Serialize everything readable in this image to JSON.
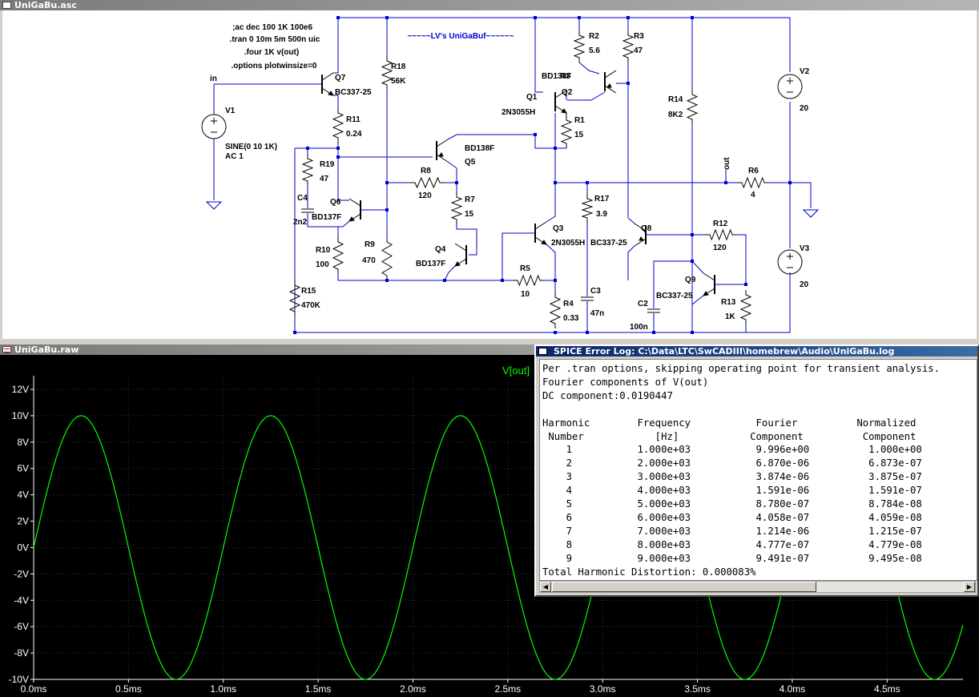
{
  "schematic_window": {
    "title": "UniGaBu.asc",
    "directives": [
      ";ac dec 100 1K 100e6",
      ".tran 0 10m 5m 500n uic",
      ".four 1K v(out)",
      ".options plotwinsize=0"
    ],
    "banner": "~~~~~LV's UniGaBuf~~~~~~",
    "components": [
      {
        "ref": "Q7",
        "value": "BC337-25"
      },
      {
        "ref": "V1",
        "value": "SINE(0 10 1K)",
        "value2": "AC 1"
      },
      {
        "ref": "R18",
        "value": "56K"
      },
      {
        "ref": "R11",
        "value": "0.24"
      },
      {
        "ref": "R19",
        "value": "47"
      },
      {
        "ref": "C4",
        "value": "2n2"
      },
      {
        "ref": "Q6",
        "value": "BD137F"
      },
      {
        "ref": "R10",
        "value": "100"
      },
      {
        "ref": "R9",
        "value": "470"
      },
      {
        "ref": "R15",
        "value": "470K"
      },
      {
        "ref": "R8",
        "value": "120"
      },
      {
        "ref": "Q5",
        "value": "BD138F"
      },
      {
        "ref": "R7",
        "value": "15"
      },
      {
        "ref": "Q4",
        "value": "BD137F"
      },
      {
        "ref": "R2",
        "value": "5.6"
      },
      {
        "ref": "R3",
        "value": "47"
      },
      {
        "ref": "Q1",
        "value": "2N3055H"
      },
      {
        "ref": "Q2",
        "value": "BD138F"
      },
      {
        "ref": "R1",
        "value": "15"
      },
      {
        "ref": "R17",
        "value": "3.9"
      },
      {
        "ref": "Q3",
        "value": "2N3055H"
      },
      {
        "ref": "Q8",
        "value": "BC337-25"
      },
      {
        "ref": "R5",
        "value": "10"
      },
      {
        "ref": "R4",
        "value": "0.33"
      },
      {
        "ref": "C3",
        "value": "47n"
      },
      {
        "ref": "C2",
        "value": "100n"
      },
      {
        "ref": "R14",
        "value": "8K2"
      },
      {
        "ref": "R6",
        "value": "4"
      },
      {
        "ref": "R12",
        "value": "120"
      },
      {
        "ref": "Q9",
        "value": "BC337-25"
      },
      {
        "ref": "R13",
        "value": "1K"
      },
      {
        "ref": "V2",
        "value": "20"
      },
      {
        "ref": "V3",
        "value": "20"
      }
    ],
    "nets": {
      "in": "in",
      "out": "out"
    }
  },
  "waveform_window": {
    "title": "UniGaBu.raw",
    "trace_label": "V[out]",
    "colors": {
      "trace": "#00ff00",
      "background": "#000000",
      "axis_text": "#ffffff",
      "grid": "#2a2a2a"
    }
  },
  "chart_data": {
    "type": "line",
    "title": "",
    "series": [
      {
        "name": "V[out]",
        "function": "10*sin(2*pi*1000*t)",
        "amplitude": 10,
        "frequency_hz": 1000
      }
    ],
    "xlim": [
      0,
      4.9
    ],
    "ylim": [
      -10,
      12
    ],
    "x_ticks": [
      "0.0ms",
      "0.5ms",
      "1.0ms",
      "1.5ms",
      "2.0ms",
      "2.5ms",
      "3.0ms",
      "3.5ms",
      "4.0ms",
      "4.5ms"
    ],
    "y_ticks": [
      "12V",
      "10V",
      "8V",
      "6V",
      "4V",
      "2V",
      "0V",
      "-2V",
      "-4V",
      "-6V",
      "-8V",
      "-10V"
    ],
    "grid": true
  },
  "log_window": {
    "title": "SPICE Error Log: C:\\Data\\LTC\\SwCADIII\\homebrew\\Audio\\UniGaBu.log",
    "lines": [
      "Per .tran options, skipping operating point for transient analysis.",
      "Fourier components of V(out)",
      "DC component:0.0190447",
      "",
      "Harmonic        Frequency           Fourier          Normalized",
      " Number            [Hz]            Component          Component",
      "    1           1.000e+03           9.996e+00          1.000e+00",
      "    2           2.000e+03           6.870e-06          6.873e-07",
      "    3           3.000e+03           3.874e-06          3.875e-07",
      "    4           4.000e+03           1.591e-06          1.591e-07",
      "    5           5.000e+03           8.780e-07          8.784e-08",
      "    6           6.000e+03           4.058e-07          4.059e-08",
      "    7           7.000e+03           1.214e-06          1.215e-07",
      "    8           8.000e+03           4.777e-07          4.779e-08",
      "    9           9.000e+03           9.491e-07          9.495e-08",
      "Total Harmonic Distortion: 0.000083%"
    ]
  }
}
